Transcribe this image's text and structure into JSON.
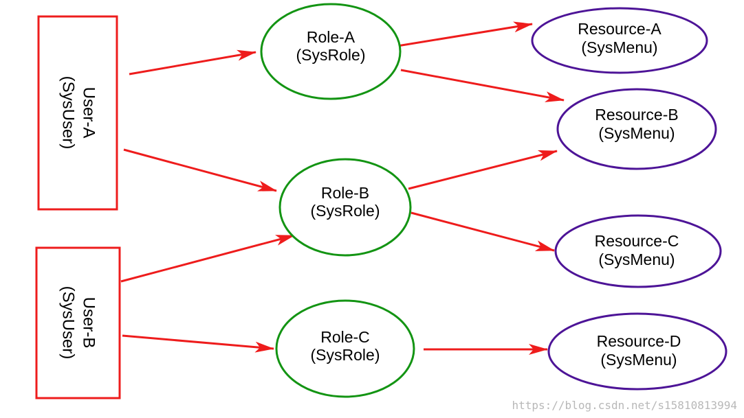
{
  "colors": {
    "user_box": "#ee1c1c",
    "role_circle": "#139413",
    "resource_ellipse": "#4d1497",
    "arrow": "#ee1c1c",
    "watermark": "#b8b8b8"
  },
  "users": [
    {
      "line1": "User-A",
      "line2": "(SysUser)"
    },
    {
      "line1": "User-B",
      "line2": "(SysUser)"
    }
  ],
  "roles": [
    {
      "line1": "Role-A",
      "line2": "(SysRole)"
    },
    {
      "line1": "Role-B",
      "line2": "(SysRole)"
    },
    {
      "line1": "Role-C",
      "line2": "(SysRole)"
    }
  ],
  "resources": [
    {
      "line1": "Resource-A",
      "line2": "(SysMenu)"
    },
    {
      "line1": "Resource-B",
      "line2": "(SysMenu)"
    },
    {
      "line1": "Resource-C",
      "line2": "(SysMenu)"
    },
    {
      "line1": "Resource-D",
      "line2": "(SysMenu)"
    }
  ],
  "edges": [
    {
      "from": "User-A",
      "to": "Role-A"
    },
    {
      "from": "User-A",
      "to": "Role-B"
    },
    {
      "from": "User-B",
      "to": "Role-B"
    },
    {
      "from": "User-B",
      "to": "Role-C"
    },
    {
      "from": "Role-A",
      "to": "Resource-A"
    },
    {
      "from": "Role-A",
      "to": "Resource-B"
    },
    {
      "from": "Role-B",
      "to": "Resource-B"
    },
    {
      "from": "Role-B",
      "to": "Resource-C"
    },
    {
      "from": "Role-C",
      "to": "Resource-D"
    }
  ],
  "watermark": "https://blog.csdn.net/s15810813994"
}
